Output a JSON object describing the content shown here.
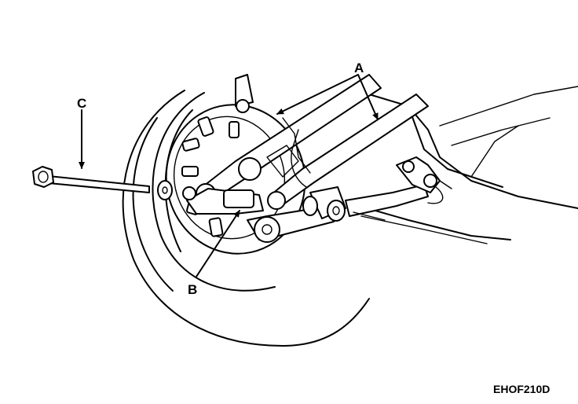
{
  "callouts": {
    "a": "A",
    "b": "B",
    "c": "C"
  },
  "figure_id": "EHOF210D"
}
